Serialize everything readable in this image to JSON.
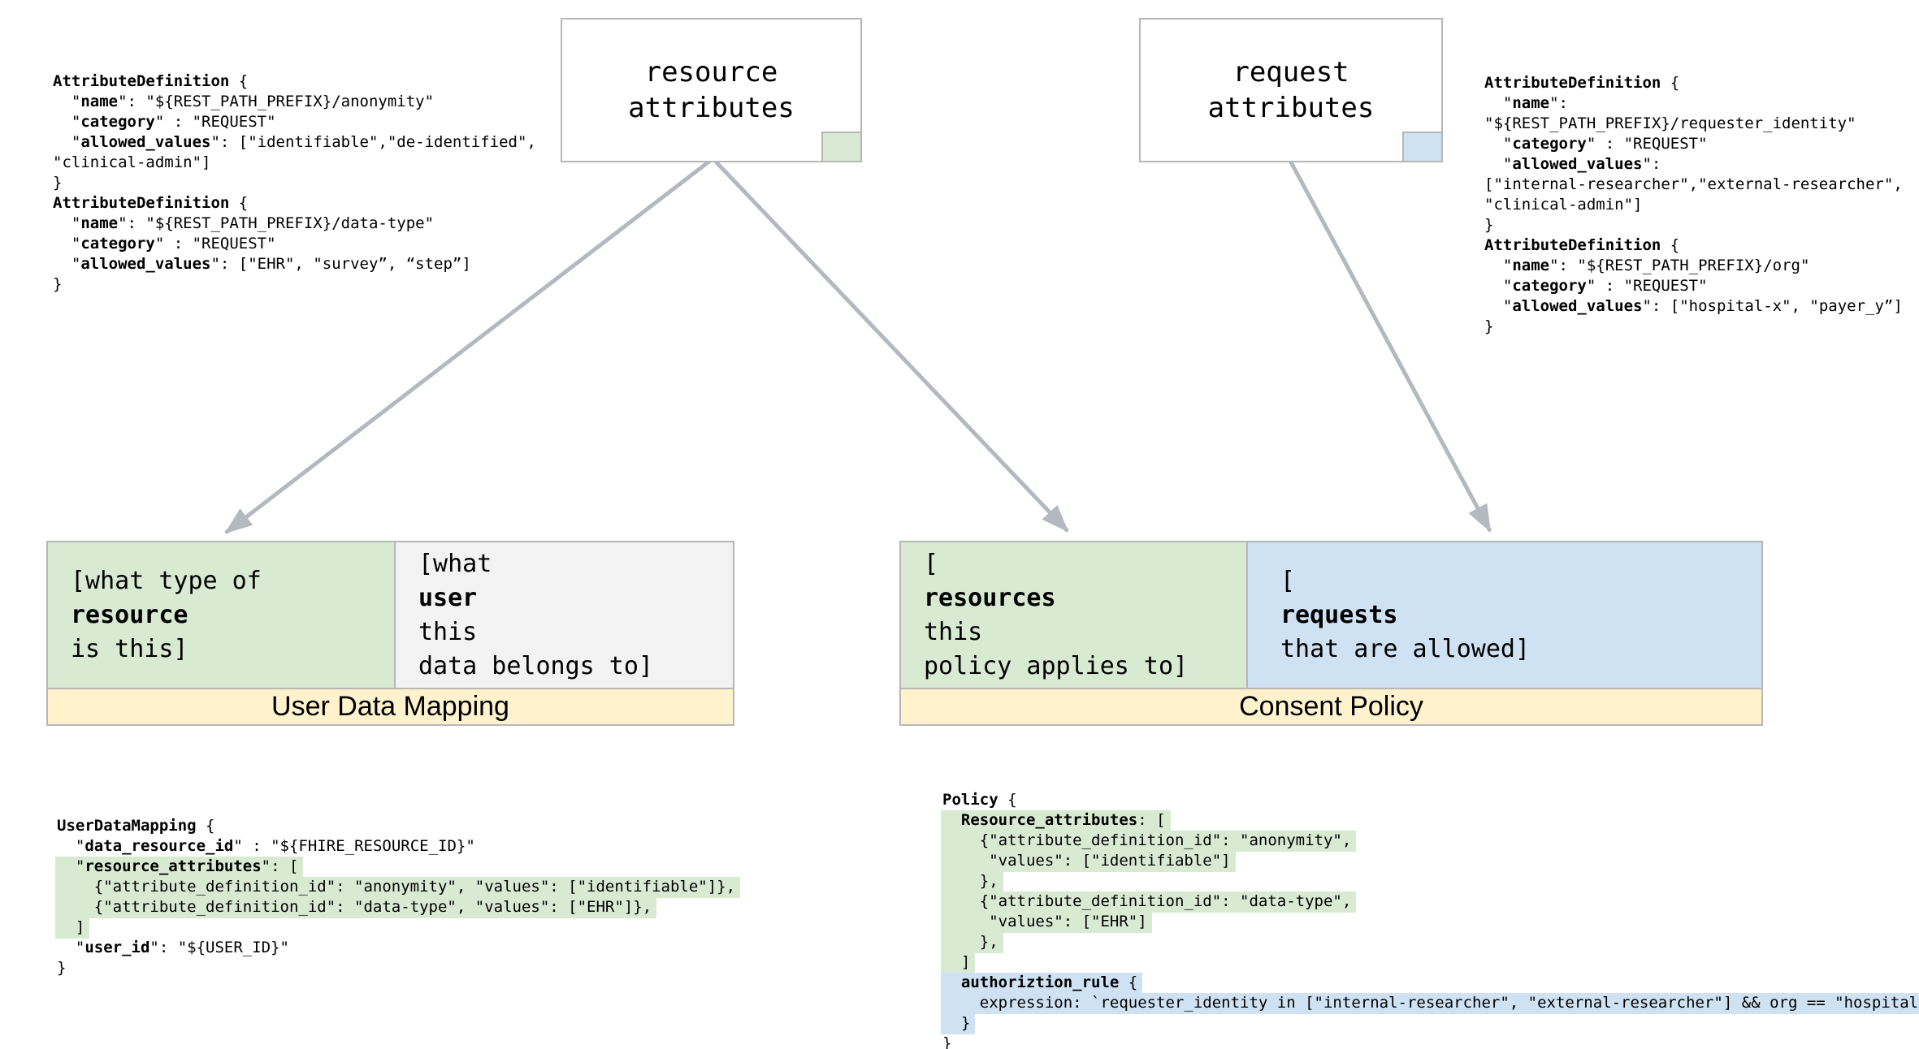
{
  "colors": {
    "green": "#d9ead3",
    "blue": "#cfe2f3",
    "yellow": "#fff2cc",
    "graycell": "#f3f3f4",
    "border": "#b7b7b7",
    "arrow": "#b3b9bf",
    "ink": "#000000",
    "bg": "#ffffff"
  },
  "entities": {
    "resource_attributes": {
      "title": "resource\nattributes"
    },
    "request_attributes": {
      "title": "request\nattributes"
    }
  },
  "user_data_mapping": {
    "label": "User Data Mapping",
    "left_cell": [
      {
        "t": "[what type of\n"
      },
      {
        "t": "resource",
        "b": true
      },
      {
        "t": " is this]"
      }
    ],
    "right_cell": [
      {
        "t": "[what "
      },
      {
        "t": "user",
        "b": true
      },
      {
        "t": " this\ndata belongs to]"
      }
    ]
  },
  "consent_policy": {
    "label": "Consent Policy",
    "left_cell": [
      {
        "t": "["
      },
      {
        "t": "resources",
        "b": true
      },
      {
        "t": " this\npolicy applies to]"
      }
    ],
    "right_cell": [
      {
        "t": "["
      },
      {
        "t": "requests",
        "b": true
      },
      {
        "t": " that are allowed]"
      }
    ]
  },
  "code_blocks": {
    "attr_defs_left": {
      "lines": [
        {
          "seg": [
            {
              "t": "AttributeDefinition",
              "b": true
            },
            {
              "t": " {"
            }
          ]
        },
        {
          "seg": [
            {
              "t": "  \""
            },
            {
              "t": "name",
              "b": true
            },
            {
              "t": "\": \"${REST_PATH_PREFIX}/anonymity\""
            }
          ]
        },
        {
          "seg": [
            {
              "t": "  \""
            },
            {
              "t": "category",
              "b": true
            },
            {
              "t": "\" : \"REQUEST\""
            }
          ]
        },
        {
          "seg": [
            {
              "t": "  \""
            },
            {
              "t": "allowed_values",
              "b": true
            },
            {
              "t": "\": [\"identifiable\",\"de-identified\","
            }
          ]
        },
        {
          "seg": [
            {
              "t": "\"clinical-admin\"]"
            }
          ]
        },
        {
          "seg": [
            {
              "t": "}"
            }
          ]
        },
        {
          "seg": [
            {
              "t": "AttributeDefinition",
              "b": true
            },
            {
              "t": " {"
            }
          ]
        },
        {
          "seg": [
            {
              "t": "  \""
            },
            {
              "t": "name",
              "b": true
            },
            {
              "t": "\": \"${REST_PATH_PREFIX}/data-type\""
            }
          ]
        },
        {
          "seg": [
            {
              "t": "  \""
            },
            {
              "t": "category",
              "b": true
            },
            {
              "t": "\" : \"REQUEST\""
            }
          ]
        },
        {
          "seg": [
            {
              "t": "  \""
            },
            {
              "t": "allowed_values",
              "b": true
            },
            {
              "t": "\": [\"EHR\", \"survey”, “step”]"
            }
          ]
        },
        {
          "seg": [
            {
              "t": "}"
            }
          ]
        }
      ]
    },
    "attr_defs_right": {
      "lines": [
        {
          "seg": [
            {
              "t": "AttributeDefinition",
              "b": true
            },
            {
              "t": " {"
            }
          ]
        },
        {
          "seg": [
            {
              "t": "  \""
            },
            {
              "t": "name",
              "b": true
            },
            {
              "t": "\":"
            }
          ]
        },
        {
          "seg": [
            {
              "t": "\"${REST_PATH_PREFIX}/requester_identity\""
            }
          ]
        },
        {
          "seg": [
            {
              "t": "  \""
            },
            {
              "t": "category",
              "b": true
            },
            {
              "t": "\" : \"REQUEST\""
            }
          ]
        },
        {
          "seg": [
            {
              "t": "  \""
            },
            {
              "t": "allowed_values",
              "b": true
            },
            {
              "t": "\":"
            }
          ]
        },
        {
          "seg": [
            {
              "t": "[\"internal-researcher\",\"external-researcher\","
            }
          ]
        },
        {
          "seg": [
            {
              "t": "\"clinical-admin\"]"
            }
          ]
        },
        {
          "seg": [
            {
              "t": "}"
            }
          ]
        },
        {
          "seg": [
            {
              "t": "AttributeDefinition",
              "b": true
            },
            {
              "t": " {"
            }
          ]
        },
        {
          "seg": [
            {
              "t": "  \""
            },
            {
              "t": "name",
              "b": true
            },
            {
              "t": "\": \"${REST_PATH_PREFIX}/org\""
            }
          ]
        },
        {
          "seg": [
            {
              "t": "  \""
            },
            {
              "t": "category",
              "b": true
            },
            {
              "t": "\" : \"REQUEST\""
            }
          ]
        },
        {
          "seg": [
            {
              "t": "  \""
            },
            {
              "t": "allowed_values",
              "b": true
            },
            {
              "t": "\": [\"hospital-x\", \"payer_y”]"
            }
          ]
        },
        {
          "seg": [
            {
              "t": "}"
            }
          ]
        }
      ]
    },
    "user_data_mapping_code": {
      "lines": [
        {
          "seg": [
            {
              "t": "UserDataMapping",
              "b": true
            },
            {
              "t": " {"
            }
          ]
        },
        {
          "seg": [
            {
              "t": "  \""
            },
            {
              "t": "data_resource_id",
              "b": true
            },
            {
              "t": "\" : \"${FHIRE_RESOURCE_ID}\""
            }
          ]
        },
        {
          "hl": "green",
          "seg": [
            {
              "t": "  \""
            },
            {
              "t": "resource_attributes",
              "b": true
            },
            {
              "t": "\": ["
            }
          ]
        },
        {
          "hl": "green",
          "seg": [
            {
              "t": "    {\"attribute_definition_id\": \"anonymity\", \"values\": [\"identifiable\"]},"
            }
          ]
        },
        {
          "hl": "green",
          "seg": [
            {
              "t": "    {\"attribute_definition_id\": \"data-type\", \"values\": [\"EHR\"]},"
            }
          ]
        },
        {
          "hl": "green",
          "seg": [
            {
              "t": "  ]"
            }
          ]
        },
        {
          "seg": [
            {
              "t": "  \""
            },
            {
              "t": "user_id",
              "b": true
            },
            {
              "t": "\": \"${USER_ID}\""
            }
          ]
        },
        {
          "seg": [
            {
              "t": "}"
            }
          ]
        }
      ]
    },
    "policy_code": {
      "lines": [
        {
          "seg": [
            {
              "t": "Policy",
              "b": true
            },
            {
              "t": " {"
            }
          ]
        },
        {
          "hl": "green",
          "seg": [
            {
              "t": "  "
            },
            {
              "t": "Resource_attributes",
              "b": true
            },
            {
              "t": ": ["
            }
          ]
        },
        {
          "hl": "green",
          "seg": [
            {
              "t": "    {\"attribute_definition_id\": \"anonymity\","
            }
          ]
        },
        {
          "hl": "green",
          "seg": [
            {
              "t": "     \"values\": [\"identifiable\"]"
            }
          ]
        },
        {
          "hl": "green",
          "seg": [
            {
              "t": "    },"
            }
          ]
        },
        {
          "hl": "green",
          "seg": [
            {
              "t": "    {\"attribute_definition_id\": \"data-type\","
            }
          ]
        },
        {
          "hl": "green",
          "seg": [
            {
              "t": "     \"values\": [\"EHR\"]"
            }
          ]
        },
        {
          "hl": "green",
          "seg": [
            {
              "t": "    },"
            }
          ]
        },
        {
          "hl": "green",
          "seg": [
            {
              "t": "  ]"
            }
          ]
        },
        {
          "hl": "blue",
          "seg": [
            {
              "t": "  "
            },
            {
              "t": "authoriztion_rule",
              "b": true
            },
            {
              "t": " {"
            }
          ]
        },
        {
          "hl": "blue",
          "seg": [
            {
              "t": "    expression: `requester_identity in [\"internal-researcher\", \"external-researcher\"] && org == \"hospital-x\"`"
            }
          ]
        },
        {
          "hl": "blue",
          "seg": [
            {
              "t": "  }"
            }
          ]
        },
        {
          "seg": [
            {
              "t": "}"
            }
          ]
        }
      ]
    }
  }
}
